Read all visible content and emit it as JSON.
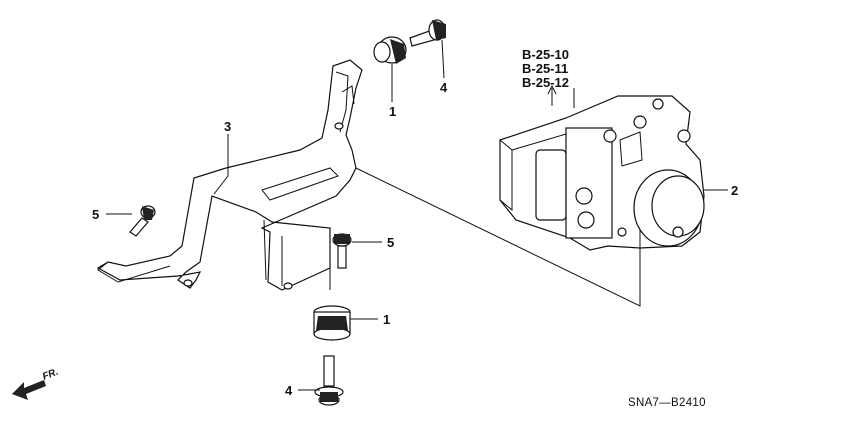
{
  "callouts": [
    {
      "id": "bushing-upper",
      "label": "1"
    },
    {
      "id": "modulator-unit",
      "label": "2"
    },
    {
      "id": "bracket",
      "label": "3"
    },
    {
      "id": "bolt-upper",
      "label": "4"
    },
    {
      "id": "bolt-left",
      "label": "5"
    },
    {
      "id": "bolt-mid",
      "label": "5"
    },
    {
      "id": "bushing-lower",
      "label": "1"
    },
    {
      "id": "bolt-lower",
      "label": "4"
    }
  ],
  "references": [
    "B-25-10",
    "B-25-11",
    "B-25-12"
  ],
  "diagram_code": "SNA7—B2410",
  "front_indicator": "FR."
}
